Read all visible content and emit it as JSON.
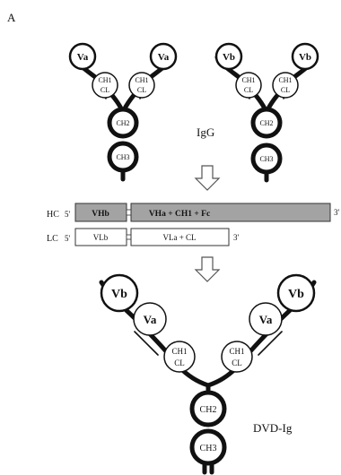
{
  "panel_label": "A",
  "igg_a": {
    "variable_label": "Va",
    "ch1_label": "CH1",
    "cl_label": "CL",
    "ch2_label": "CH2",
    "ch3_label": "CH3"
  },
  "igg_b": {
    "variable_label": "Vb",
    "ch1_label": "CH1",
    "cl_label": "CL",
    "ch2_label": "CH2",
    "ch3_label": "CH3"
  },
  "igg_caption": "IgG",
  "constructs": {
    "heavy_chain": {
      "label": "HC",
      "five_prime": "5'",
      "three_prime": "3'",
      "segment_1": "VHb",
      "segment_2": "VHa + CH1 + Fc"
    },
    "light_chain": {
      "label": "LC",
      "five_prime": "5'",
      "three_prime": "3'",
      "segment_1": "VLb",
      "segment_2": "VLa + CL"
    }
  },
  "dvd": {
    "outer_label": "Vb",
    "inner_label": "Va",
    "ch1_label": "CH1",
    "cl_label": "CL",
    "ch2_label": "CH2",
    "ch3_label": "CH3",
    "caption": "DVD-Ig"
  },
  "colors": {
    "outline": "#111111",
    "heavy_chain_fill": "#a3a3a3",
    "light_chain_fill": "#ffffff"
  }
}
